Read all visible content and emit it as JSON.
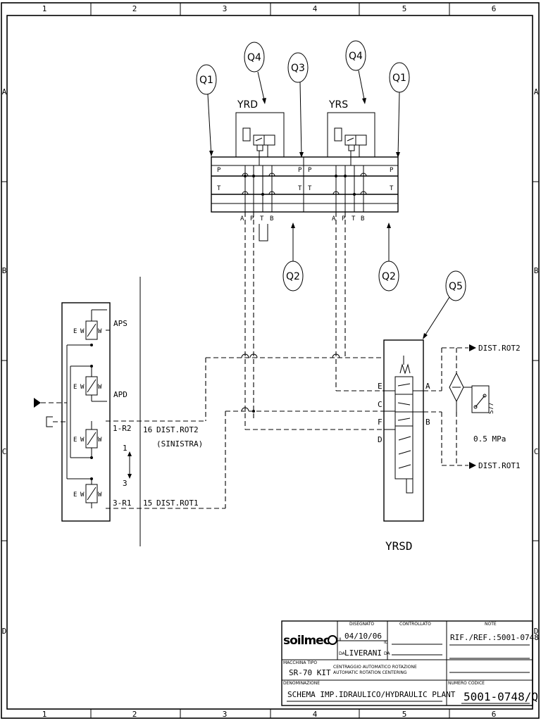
{
  "grid": {
    "columns": [
      "1",
      "2",
      "3",
      "4",
      "5",
      "6"
    ],
    "rows": [
      "A",
      "B",
      "C",
      "D"
    ]
  },
  "callouts": {
    "q1_left": "Q1",
    "q4_left": "Q4",
    "q3": "Q3",
    "q4_right": "Q4",
    "q1_right": "Q1",
    "q2_left": "Q2",
    "q2_right": "Q2",
    "q5": "Q5"
  },
  "valves": {
    "yrd": "YRD",
    "yrs": "YRS",
    "yrsd": "YRSD"
  },
  "manifold": {
    "port_p": "P",
    "port_t": "T",
    "ports_bottom_left": [
      "A",
      "P",
      "T",
      "B"
    ],
    "ports_bottom_right": [
      "A",
      "P",
      "T",
      "B"
    ]
  },
  "left_block": {
    "aps": "APS",
    "apd": "APD",
    "r2": "1-R2",
    "r1": "3-R1",
    "num_top": "1",
    "num_bottom": "3"
  },
  "lines": {
    "line16_num": "16",
    "line16_label": "DIST.ROT2",
    "line16_sub": "(SINISTRA)",
    "line15_num": "15",
    "line15_label": "DIST.ROT1"
  },
  "yrsd_ports": {
    "e": "E",
    "c": "C",
    "f": "F",
    "d": "D",
    "a": "A",
    "b": "B"
  },
  "right_side": {
    "dist_rot2": "DIST.ROT2",
    "dist_rot1": "DIST.ROT1",
    "pressure": "0.5 MPa",
    "sensor": "S77"
  },
  "title_block": {
    "logo": "soilmec",
    "drawn_label": "DISEGNATO",
    "checked_label": "CONTROLLATO",
    "notes_label": "NOTE",
    "il": "IL",
    "da": "DA",
    "date": "04/10/06",
    "author": "LIVERANI",
    "ref": "RIF./REF.:5001-0748",
    "machine_label": "MACCHINA TIPO",
    "machine": "SR-70 KIT",
    "desc_it": "CENTRAGGIO AUTOMATICO ROTAZIONE",
    "desc_en": "AUTOMATIC ROTATION CENTERING",
    "name_label": "DENOMINAZIONE",
    "name": "SCHEMA IMP.IDRAULICO/HYDRAULIC PLANT",
    "code_label": "NUMERO CODICE",
    "code": "5001-0748/Q"
  },
  "colors": {
    "ink": "#000000",
    "paper": "#ffffff"
  }
}
